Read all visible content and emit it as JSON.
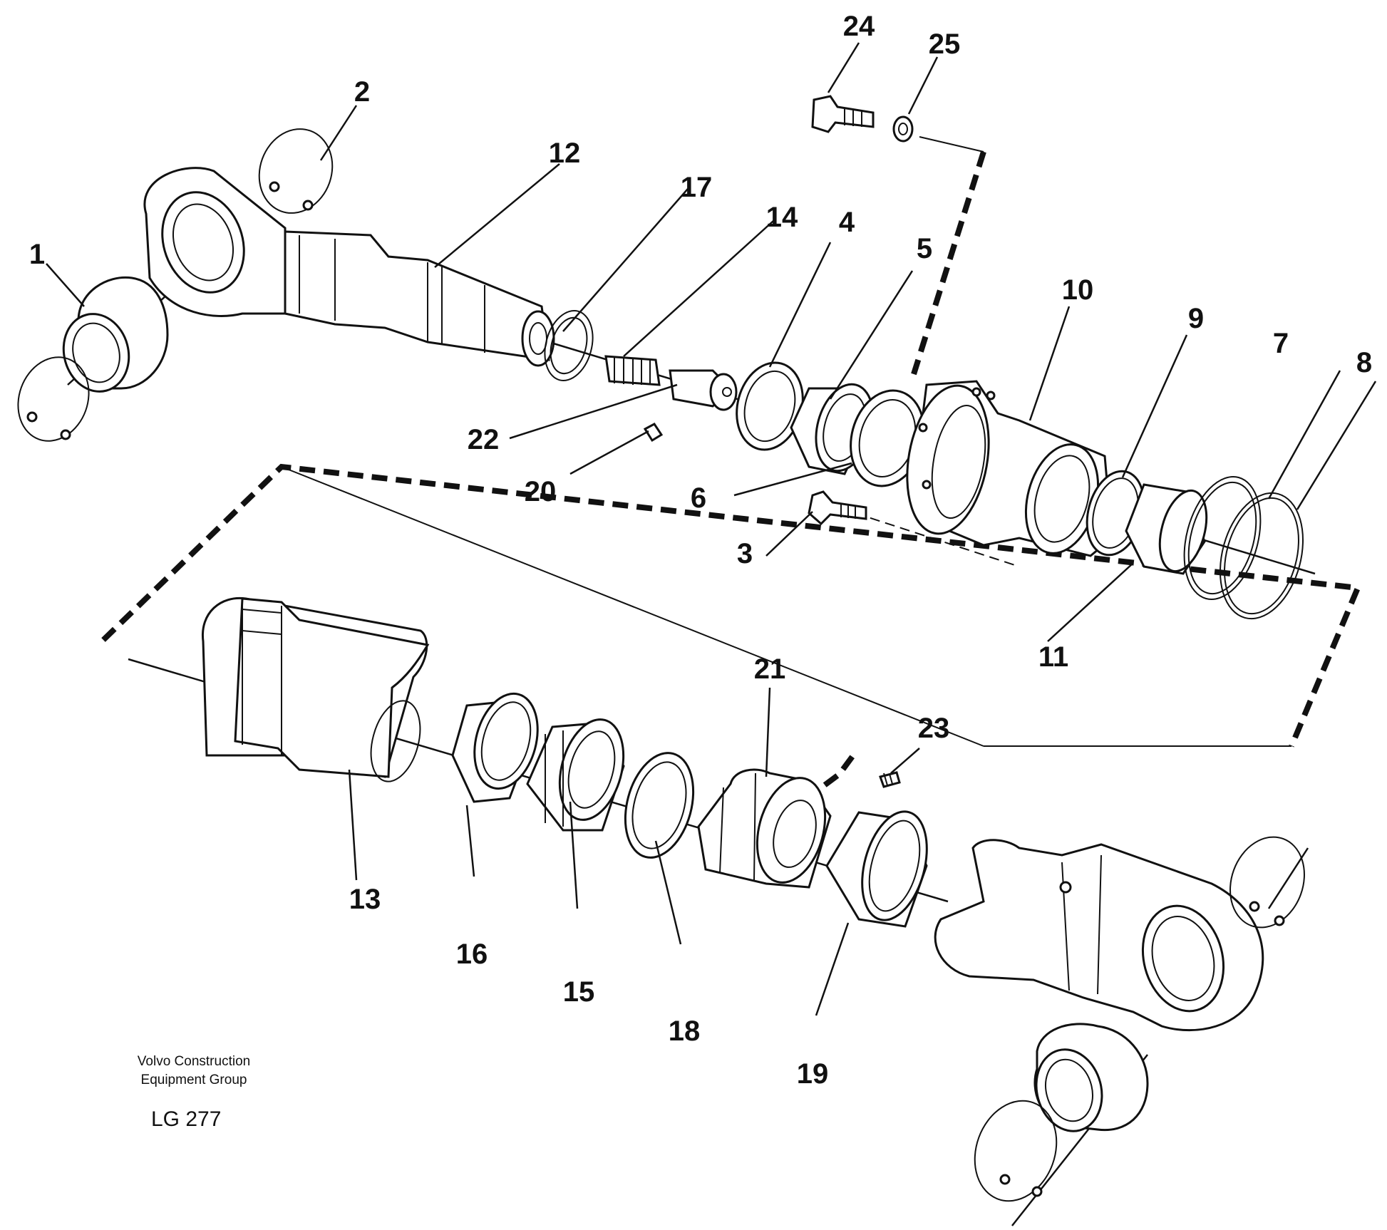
{
  "diagram": {
    "parts": [
      {
        "id": "part-1",
        "label": "1"
      },
      {
        "id": "part-2",
        "label": "2"
      },
      {
        "id": "part-3",
        "label": "3"
      },
      {
        "id": "part-4",
        "label": "4"
      },
      {
        "id": "part-5",
        "label": "5"
      },
      {
        "id": "part-6",
        "label": "6"
      },
      {
        "id": "part-7",
        "label": "7"
      },
      {
        "id": "part-8",
        "label": "8"
      },
      {
        "id": "part-9",
        "label": "9"
      },
      {
        "id": "part-10",
        "label": "10"
      },
      {
        "id": "part-11",
        "label": "11"
      },
      {
        "id": "part-12",
        "label": "12"
      },
      {
        "id": "part-13",
        "label": "13"
      },
      {
        "id": "part-14",
        "label": "14"
      },
      {
        "id": "part-15",
        "label": "15"
      },
      {
        "id": "part-16",
        "label": "16"
      },
      {
        "id": "part-17",
        "label": "17"
      },
      {
        "id": "part-18",
        "label": "18"
      },
      {
        "id": "part-19",
        "label": "19"
      },
      {
        "id": "part-20",
        "label": "20"
      },
      {
        "id": "part-21",
        "label": "21"
      },
      {
        "id": "part-22",
        "label": "22"
      },
      {
        "id": "part-23",
        "label": "23"
      },
      {
        "id": "part-24",
        "label": "24"
      },
      {
        "id": "part-25",
        "label": "25"
      }
    ],
    "credit_line1": "Volvo Construction",
    "credit_line2": "Equipment Group",
    "code": "LG 277"
  }
}
